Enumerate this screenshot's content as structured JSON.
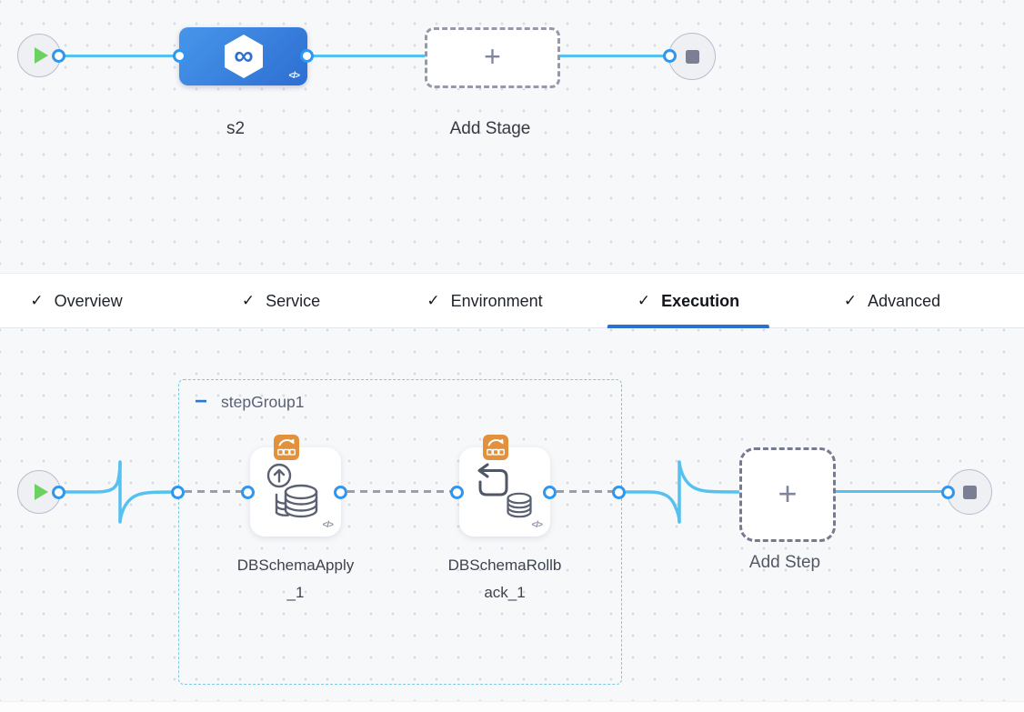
{
  "pipeline_canvas": {
    "stage": {
      "name": "s2",
      "code_marker": "</>"
    },
    "add_stage_label": "Add Stage"
  },
  "settings_tabs": [
    {
      "label": "Overview",
      "checked": true,
      "active": false
    },
    {
      "label": "Service",
      "checked": true,
      "active": false
    },
    {
      "label": "Environment",
      "checked": true,
      "active": false
    },
    {
      "label": "Execution",
      "checked": true,
      "active": true
    },
    {
      "label": "Advanced",
      "checked": true,
      "active": false
    }
  ],
  "execution_canvas": {
    "step_group": {
      "name": "stepGroup1",
      "collapse_glyph": "−"
    },
    "steps": [
      {
        "name": "DBSchemaApply_1",
        "code_marker": "</>"
      },
      {
        "name": "DBSchemaRollback_1",
        "code_marker": "</>"
      }
    ],
    "add_step_label": "Add Step"
  },
  "glyphs": {
    "check": "✓",
    "plus": "+",
    "infinity": "∞"
  },
  "colors": {
    "accent_blue": "#2F6FD2",
    "stage_blue": "#3B82E0",
    "connector_blue": "#56C1EF",
    "port_blue": "#2F97F0",
    "step_group_border": "#7CC9E0",
    "badge_orange": "#E2913C",
    "play_green": "#6DD063",
    "stop_gray": "#7B7F93",
    "canvas_bg": "#F7F8FA"
  }
}
